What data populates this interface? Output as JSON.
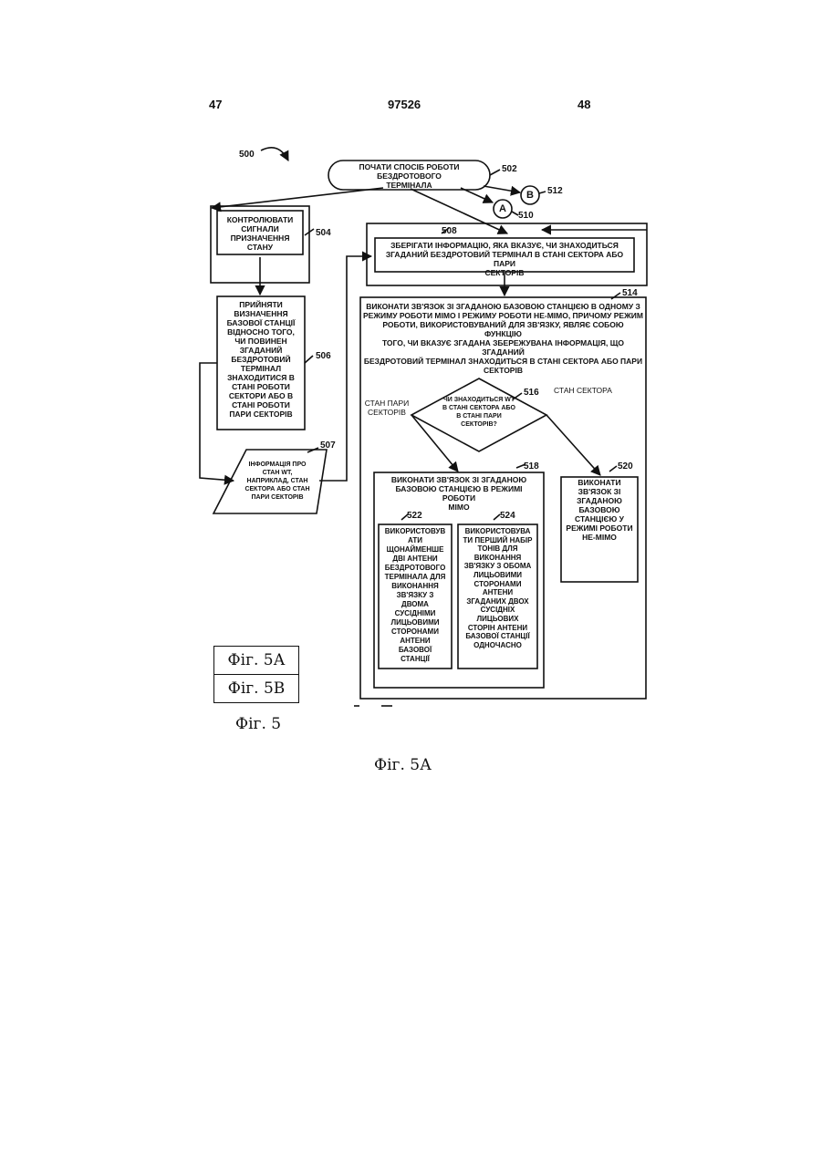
{
  "header": {
    "page_left": "47",
    "patent_number": "97526",
    "page_right": "48"
  },
  "labels": {
    "figure_ref": "500",
    "n502": "502",
    "n504": "504",
    "n506": "506",
    "n507": "507",
    "n508": "508",
    "n510": "510",
    "n512": "512",
    "n514": "514",
    "n516": "516",
    "n518": "518",
    "n520": "520",
    "n522": "522",
    "n524": "524",
    "circle_a": "A",
    "circle_b": "B"
  },
  "nodes": {
    "start": "ПОЧАТИ СПОСІБ РОБОТИ\nБЕЗДРОТОВОГО\nТЕРМІНАЛА",
    "monitor": "КОНТРОЛЮВАТИ\nСИГНАЛИ\nПРИЗНАЧЕННЯ\nСТАНУ",
    "receive": "ПРИЙНЯТИ\nВИЗНАЧЕННЯ\nБАЗОВОЇ СТАНЦІЇ\nВІДНОСНО ТОГО,\nЧИ ПОВИНЕН\nЗГАДАНИЙ\nБЕЗДРОТОВИЙ\nТЕРМІНАЛ\nЗНАХОДИТИСЯ В\nСТАНІ РОБОТИ\nСЕКТОРИ АБО В\nСТАНІ РОБОТИ\nПАРИ СЕКТОРІВ",
    "info": "ІНФОРМАЦІЯ ПРО\nСТАН WT,\nНАПРИКЛАД, СТАН\nСЕКТОРА АБО СТАН\nПАРИ СЕКТОРІВ",
    "store": "ЗБЕРІГАТИ ІНФОРМАЦІЮ, ЯКА ВКАЗУЄ, ЧИ ЗНАХОДИТЬСЯ\nЗГАДАНИЙ БЕЗДРОТОВИЙ ТЕРМІНАЛ В СТАНІ СЕКТОРА АБО ПАРИ\nСЕКТОРІВ",
    "communicate": "ВИКОНАТИ ЗВ'ЯЗОК ЗІ ЗГАДАНОЮ БАЗОВОЮ СТАНЦІЄЮ В ОДНОМУ З\nРЕЖИМУ РОБОТИ МІМО І РЕЖИМУ РОБОТИ НЕ-МІМО, ПРИЧОМУ РЕЖИМ\nРОБОТИ, ВИКОРИСТОВУВАНИЙ ДЛЯ ЗВ'ЯЗКУ, ЯВЛЯЄ СОБОЮ ФУНКЦІЮ\nТОГО, ЧИ ВКАЗУЄ ЗГАДАНА ЗБЕРЕЖУВАНА ІНФОРМАЦІЯ, ЩО ЗГАДАНИЙ\nБЕЗДРОТОВИЙ ТЕРМІНАЛ ЗНАХОДИТЬСЯ В СТАНІ СЕКТОРА АБО ПАРИ\nСЕКТОРІВ",
    "decision": "ЧИ ЗНАХОДИТЬСЯ WT\nВ СТАНІ СЕКТОРА АБО\nВ СТАНІ ПАРИ\nСЕКТОРІВ?",
    "branch_pair": "СТАН ПАРИ\nСЕКТОРІВ",
    "branch_sector": "СТАН СЕКТОРА",
    "mimo": "ВИКОНАТИ ЗВ'ЯЗОК ЗІ ЗГАДАНОЮ\nБАЗОВОЮ СТАНЦІЄЮ В РЕЖИМІ РОБОТИ\nМІМО",
    "non_mimo": "ВИКОНАТИ\nЗВ'ЯЗОК ЗІ\nЗГАДАНОЮ\nБАЗОВОЮ\nСТАНЦІЄЮ У\nРЕЖИМІ РОБОТИ\nНЕ-МІМО",
    "antennas": "ВИКОРИСТОВУВ\nАТИ\nЩОНАЙМЕНШЕ\nДВІ АНТЕНИ\nБЕЗДРОТОВОГО\nТЕРМІНАЛА ДЛЯ\nВИКОНАННЯ\nЗВ'ЯЗКУ З\nДВОМА\nСУСІДНІМИ\nЛИЦЬОВИМИ\nСТОРОНАМИ\nАНТЕНИ\nБАЗОВОЇ\nСТАНЦІЇ",
    "tones": "ВИКОРИСТОВУВА\nТИ ПЕРШИЙ НАБІР\nТОНІВ ДЛЯ\nВИКОНАННЯ\nЗВ'ЯЗКУ З ОБОМА\nЛИЦЬОВИМИ\nСТОРОНАМИ\nАНТЕНИ\nЗГАДАНИХ ДВОХ\nСУСІДНІХ\nЛИЦЬОВИХ\nСТОРІН АНТЕНИ\nБАЗОВОЇ СТАНЦІЇ\nОДНОЧАСНО"
  },
  "legend": {
    "fig_5a": "Фіг. 5А",
    "fig_5b": "Фіг. 5В",
    "fig_5": "Фіг. 5"
  },
  "caption": "Фіг. 5А"
}
